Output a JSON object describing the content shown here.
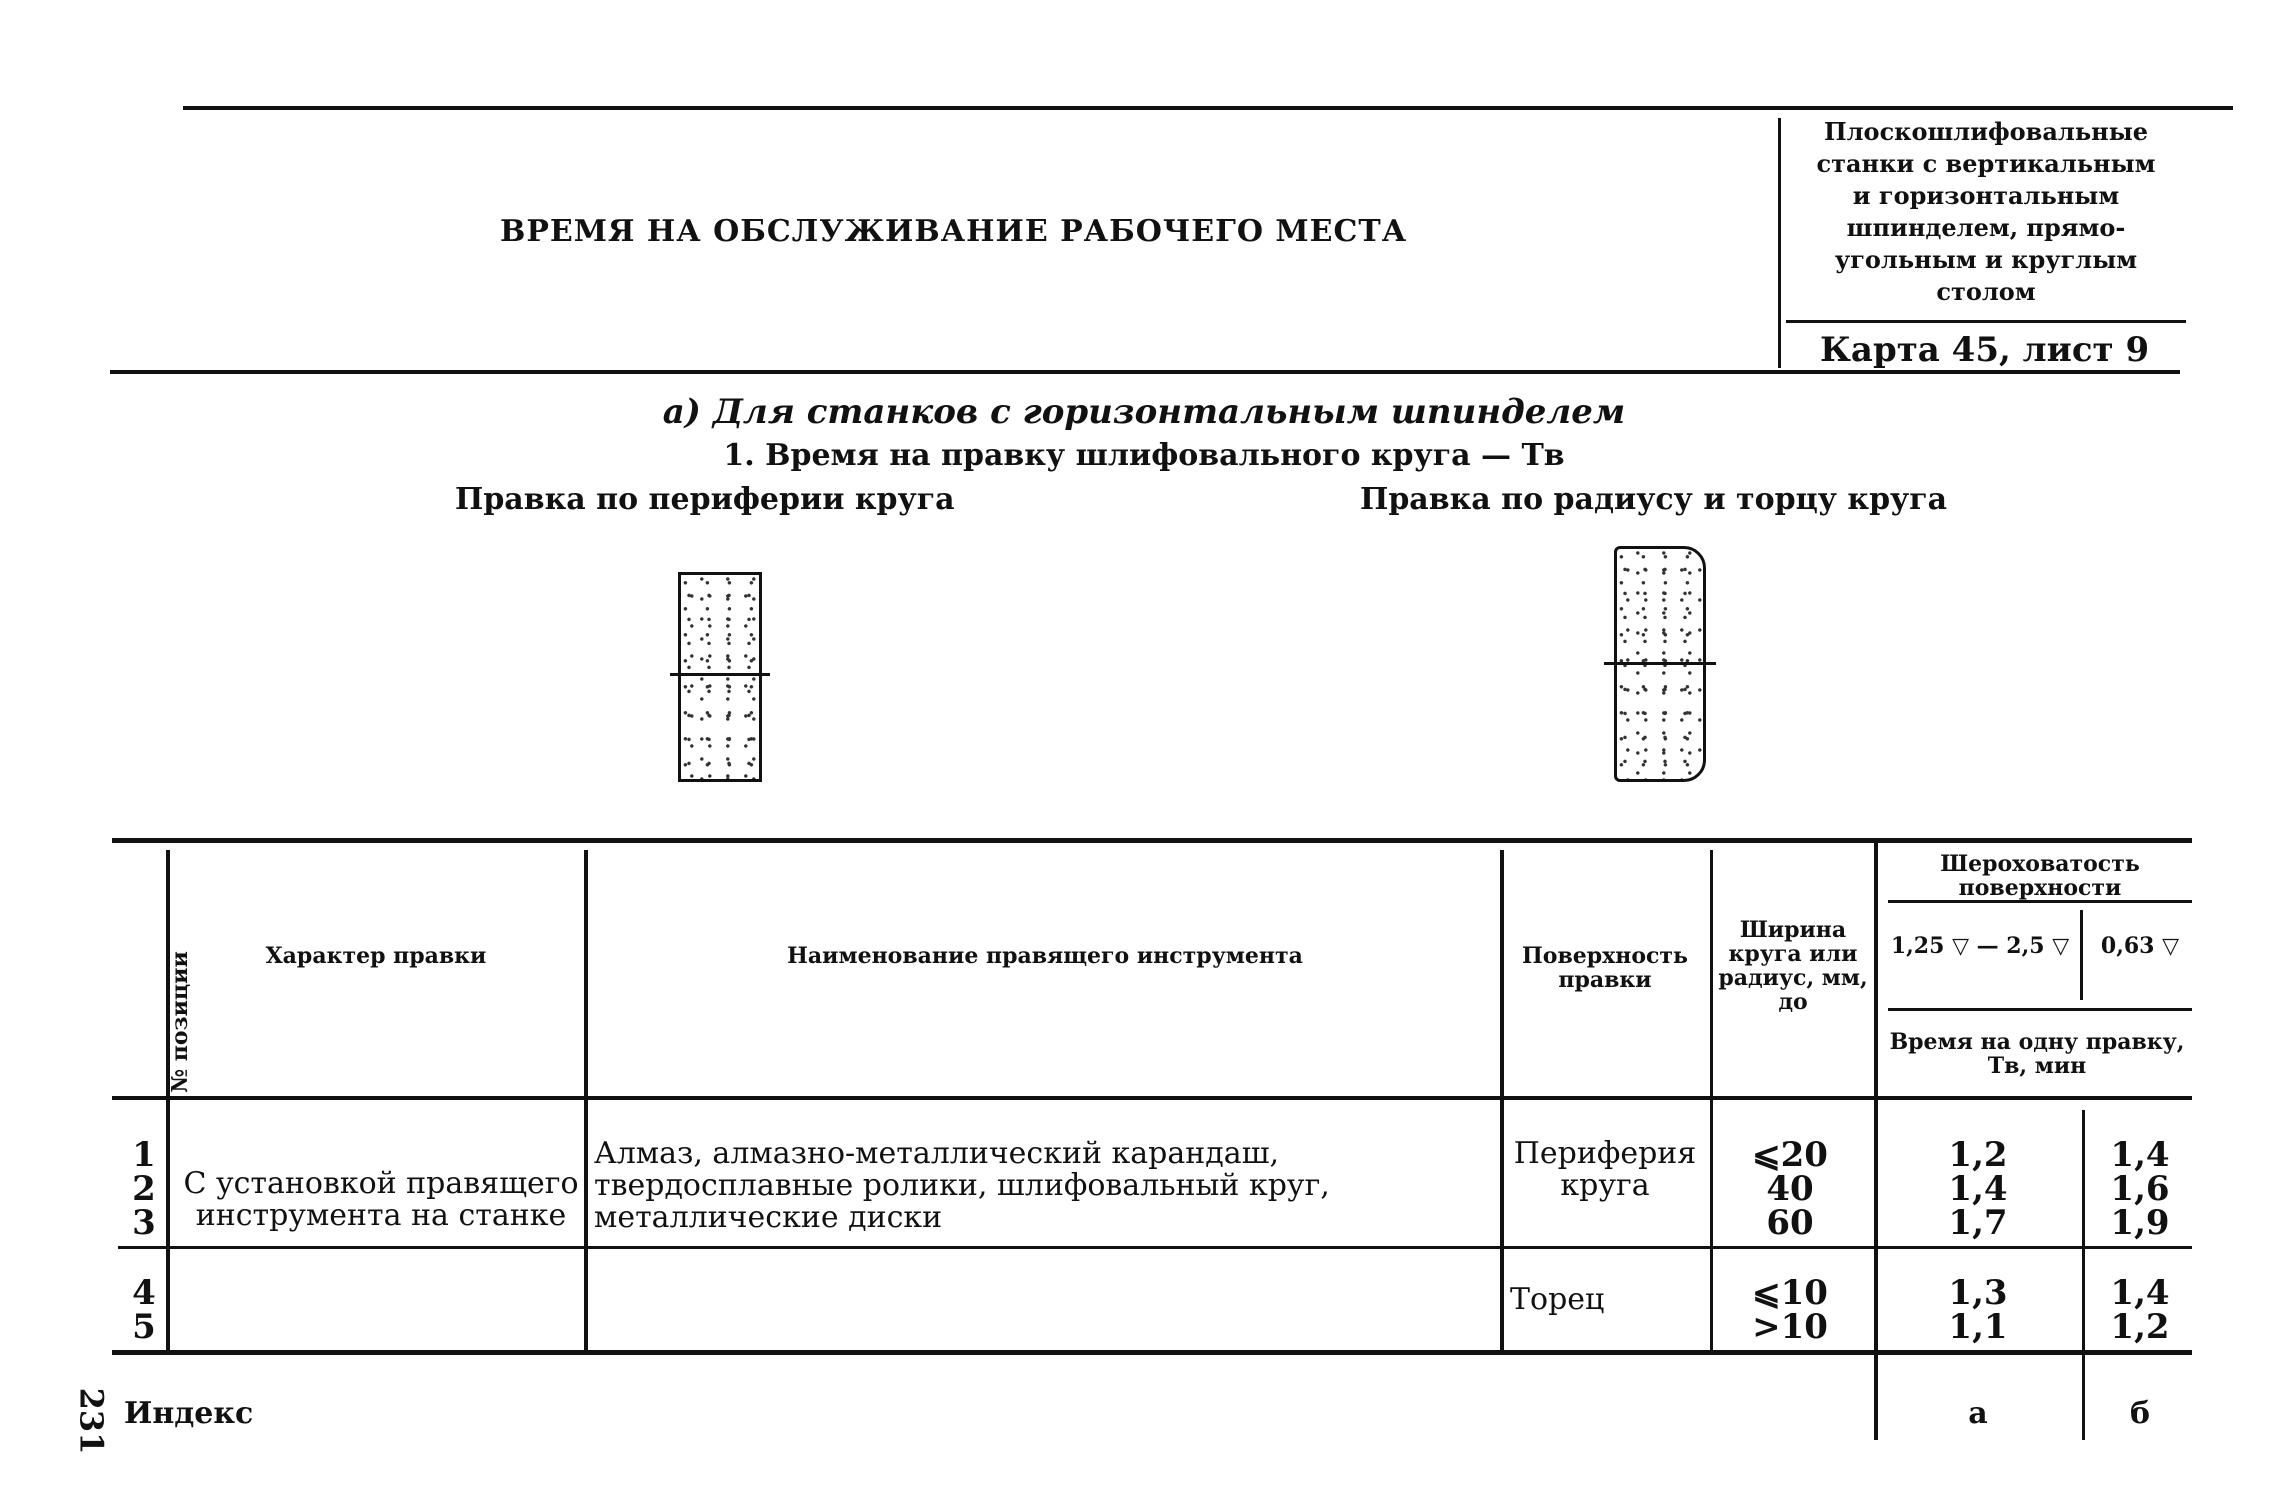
{
  "header": {
    "title": "ВРЕМЯ НА ОБСЛУЖИВАНИЕ РАБОЧЕГО МЕСТА",
    "machine_type": [
      "Плоскошлифовальные",
      "станки с вертикальным",
      "и горизонтальным",
      "шпинделем, прямо-",
      "угольным и круглым",
      "столом"
    ],
    "card": "Карта 45, лист 9"
  },
  "section": {
    "subtitle": "а) Для станков с горизонтальным шпинделем",
    "table_title": "1. Время на правку шлифовального круга — Тв",
    "caption_left": "Правка по периферии круга",
    "caption_right": "Правка по радиусу и торцу круга"
  },
  "table": {
    "col_position": "№ позиции",
    "col_character": "Характер правки",
    "col_tool": "Наименование правящего инструмента",
    "col_surface": "Поверхность правки",
    "col_width": "Ширина круга или радиус, мм, до",
    "col_roughness": "Шероховатость поверхности",
    "roughness_a": "1,25 ▽ — 2,5 ▽",
    "roughness_b": "0,63 ▽",
    "col_time": "Время на одну правку, Тв, мин",
    "group1": {
      "positions": [
        "1",
        "2",
        "3"
      ],
      "character": "С установкой правящего инструмента на станке",
      "tool": "Алмаз, алмазно-металлический карандаш, твердосплавные ролики, шлифовальный круг, металлические диски",
      "surface": "Периферия круга",
      "widths": [
        "⩽20",
        "40",
        "60"
      ],
      "a": [
        "1,2",
        "1,4",
        "1,7"
      ],
      "b": [
        "1,4",
        "1,6",
        "1,9"
      ]
    },
    "group2": {
      "positions": [
        "4",
        "5"
      ],
      "surface": "Торец",
      "widths": [
        "⩽10",
        ">10"
      ],
      "a": [
        "1,3",
        "1,1"
      ],
      "b": [
        "1,4",
        "1,2"
      ]
    },
    "index_label": "Индекс",
    "index_a": "а",
    "index_b": "б"
  },
  "page_number": "231"
}
